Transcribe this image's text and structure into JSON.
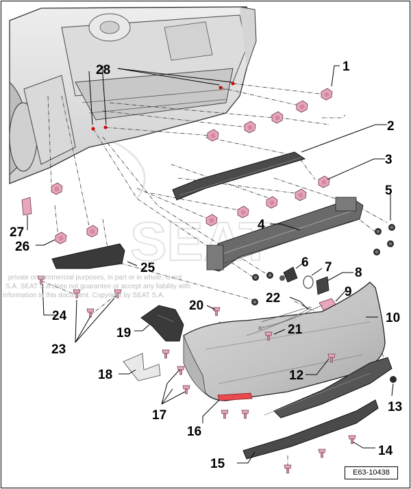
{
  "diagram": {
    "reference_code": "E63-10438",
    "watermark": {
      "brand": "SEAT",
      "text_lines": [
        "private or commercial purposes, in part or in whole, is not",
        "S.A. SEAT S.A does not guarantee or accept any liability with",
        "information in this document. Copyright by SEAT S.A."
      ]
    },
    "callouts": [
      "1",
      "2",
      "3",
      "4",
      "5",
      "6",
      "7",
      "8",
      "9",
      "10",
      "12",
      "13",
      "14",
      "15",
      "16",
      "17",
      "18",
      "19",
      "20",
      "21",
      "22",
      "23",
      "24",
      "25",
      "26",
      "27",
      "28"
    ]
  },
  "colors": {
    "part_grey": "#c9c9c9",
    "dark_part": "#4a4a4a",
    "fastener_pink": "#e7a6ba",
    "fastener_dark": "#2a2a2a",
    "reflector_red": "#e84a50"
  }
}
